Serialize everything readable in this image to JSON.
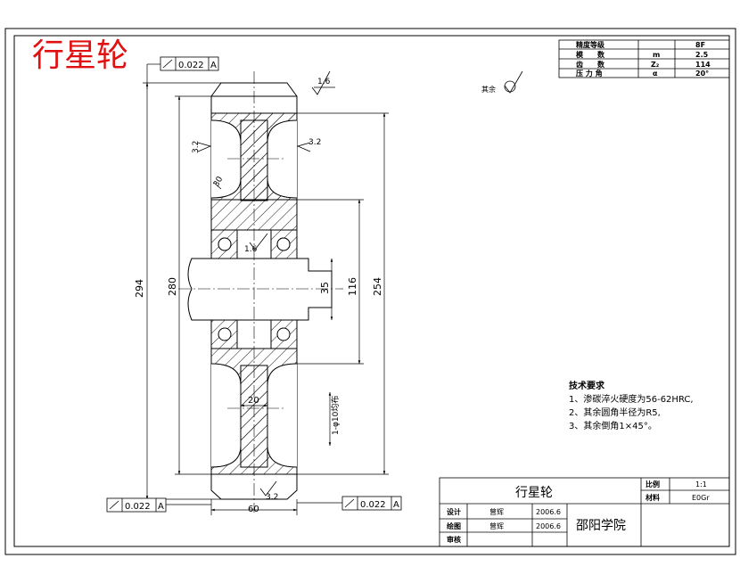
{
  "heading": "行星轮",
  "surface_finish": {
    "top": "1.6",
    "left_upper": "3.2",
    "right_upper": "3.2",
    "chamfer": "30",
    "bore": "1.6",
    "bottom": "3.2",
    "other": "其余"
  },
  "tolerance_frames": [
    {
      "value": "0.022",
      "datum": "A"
    },
    {
      "value": "0.022",
      "datum": "A"
    },
    {
      "value": "0.022",
      "datum": "A"
    }
  ],
  "dimensions": {
    "outer": "294",
    "tip": "280",
    "shaft": "35",
    "hub": "116",
    "root": "254",
    "hole_pitch": "20",
    "holes": "1-φ10均布",
    "width": "60"
  },
  "param_table": {
    "rows": [
      {
        "name": "精度等级",
        "symbol": "",
        "value": "8F"
      },
      {
        "name": "模　　数",
        "symbol": "m",
        "value": "2.5"
      },
      {
        "name": "齿　　数",
        "symbol": "Z₂",
        "value": "114"
      },
      {
        "name": "压 力 角",
        "symbol": "α",
        "value": "20°"
      }
    ]
  },
  "tech_requirements": {
    "title": "技术要求",
    "items": [
      "1、渗碳淬火硬度为56-62HRC,",
      "2、其余圆角半径为R5,",
      "3、其余倒角1×45°。"
    ]
  },
  "title_block": {
    "part_name": "行星轮",
    "ratio_label": "比例",
    "ratio_value": "1:1",
    "material_label": "材料",
    "material_value": "E0Gr",
    "rows": [
      {
        "role": "设计",
        "name": "曾辉",
        "date": "2006.6"
      },
      {
        "role": "绘图",
        "name": "曾辉",
        "date": "2006.6"
      },
      {
        "role": "审核",
        "name": "",
        "date": ""
      }
    ],
    "school": "邵阳学院"
  }
}
